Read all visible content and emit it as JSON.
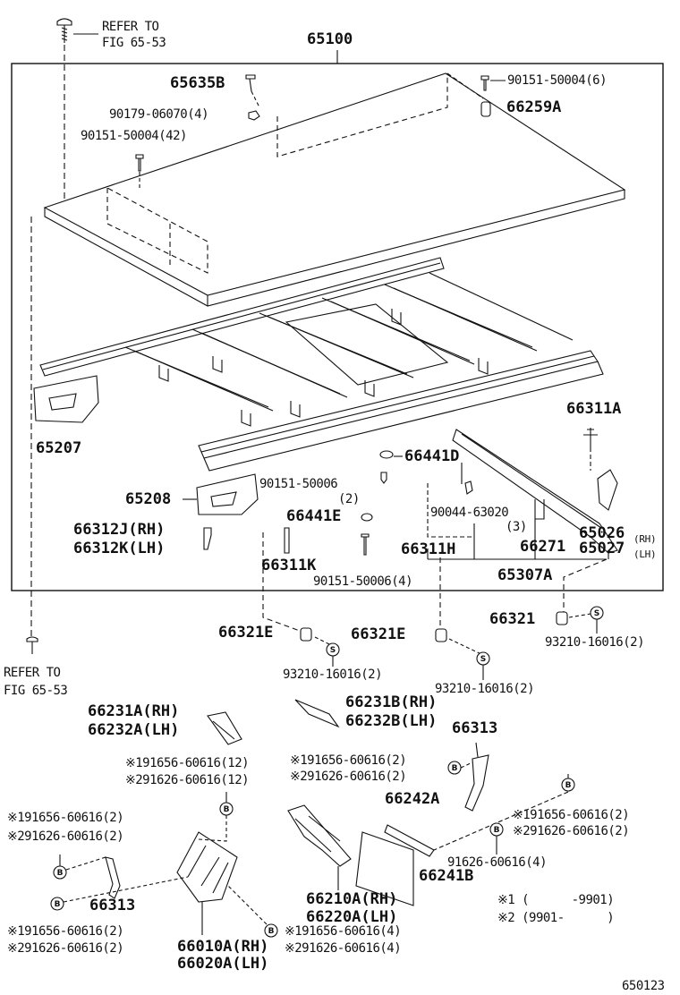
{
  "labels": {
    "refer_top_1": "REFER TO",
    "refer_top_2": "FIG 65-53",
    "main_assy": "65100",
    "p65635b": "65635B",
    "p90151_6": "90151-50004(6)",
    "p66259a": "66259A",
    "p90179": "90179-06070(4)",
    "p90151_42": "90151-50004(42)",
    "p66311a": "66311A",
    "p65207": "65207",
    "p66441d": "66441D",
    "p65208": "65208",
    "p90151_2_a": "90151-50006",
    "p90151_2_b": "(2)",
    "p66441e": "66441E",
    "p90044_a": "90044-63020",
    "p90044_b": "(3)",
    "p66312j": "66312J(RH)",
    "p66312k": "66312K(LH)",
    "p66271": "66271",
    "p65026": "65026",
    "p65026_side": "(RH)",
    "p65027": "65027",
    "p65027_side": "(LH)",
    "p66311h": "66311H",
    "p66311k": "66311K",
    "p65307a": "65307A",
    "p90151_4": "90151-50006(4)",
    "refer_left_1": "REFER TO",
    "refer_left_2": "FIG 65-53",
    "p66321": "66321",
    "p93210_r": "93210-16016(2)",
    "p66321e_l": "66321E",
    "p66321e_m": "66321E",
    "p93210_l": "93210-16016(2)",
    "p93210_m": "93210-16016(2)",
    "p66231a": "66231A(RH)",
    "p66232a": "66232A(LH)",
    "p66231b": "66231B(RH)",
    "p66232b": "66232B(LH)",
    "p66313_r": "66313",
    "n1_191656_12": "※191656-60616(12)",
    "n2_291626_12": "※291626-60616(12)",
    "n1_191656_2a": "※191656-60616(2)",
    "n2_291626_2a": "※291626-60616(2)",
    "n1_191656_2b": "※191656-60616(2)",
    "n2_291626_2b": "※291626-60616(2)",
    "p66242a": "66242A",
    "n1_191656_2c": "※191656-60616(2)",
    "n2_291626_2c": "※291626-60616(2)",
    "p91626_4": "91626-60616(4)",
    "p66241b": "66241B",
    "p66313_l": "66313",
    "p66210a": "66210A(RH)",
    "p66220a": "66220A(LH)",
    "n1_191656_2d": "※191656-60616(2)",
    "n2_291626_2d": "※291626-60616(2)",
    "n1_191656_4": "※191656-60616(4)",
    "n2_291626_4": "※291626-60616(4)",
    "p66010a": "66010A(RH)",
    "p66020a": "66020A(LH)",
    "note1": "※1 (      -9901)",
    "note2": "※2 (9901-      )",
    "fig_id": "650123",
    "washer_s": "S",
    "bolt_b": "B"
  },
  "icons": [
    "screw-icon",
    "bolt-icon",
    "washer-icon",
    "grommet-icon",
    "clip-icon",
    "bracket-icon",
    "mudguard-icon",
    "mud-flap-icon",
    "deck-board-icon",
    "frame-icon"
  ]
}
